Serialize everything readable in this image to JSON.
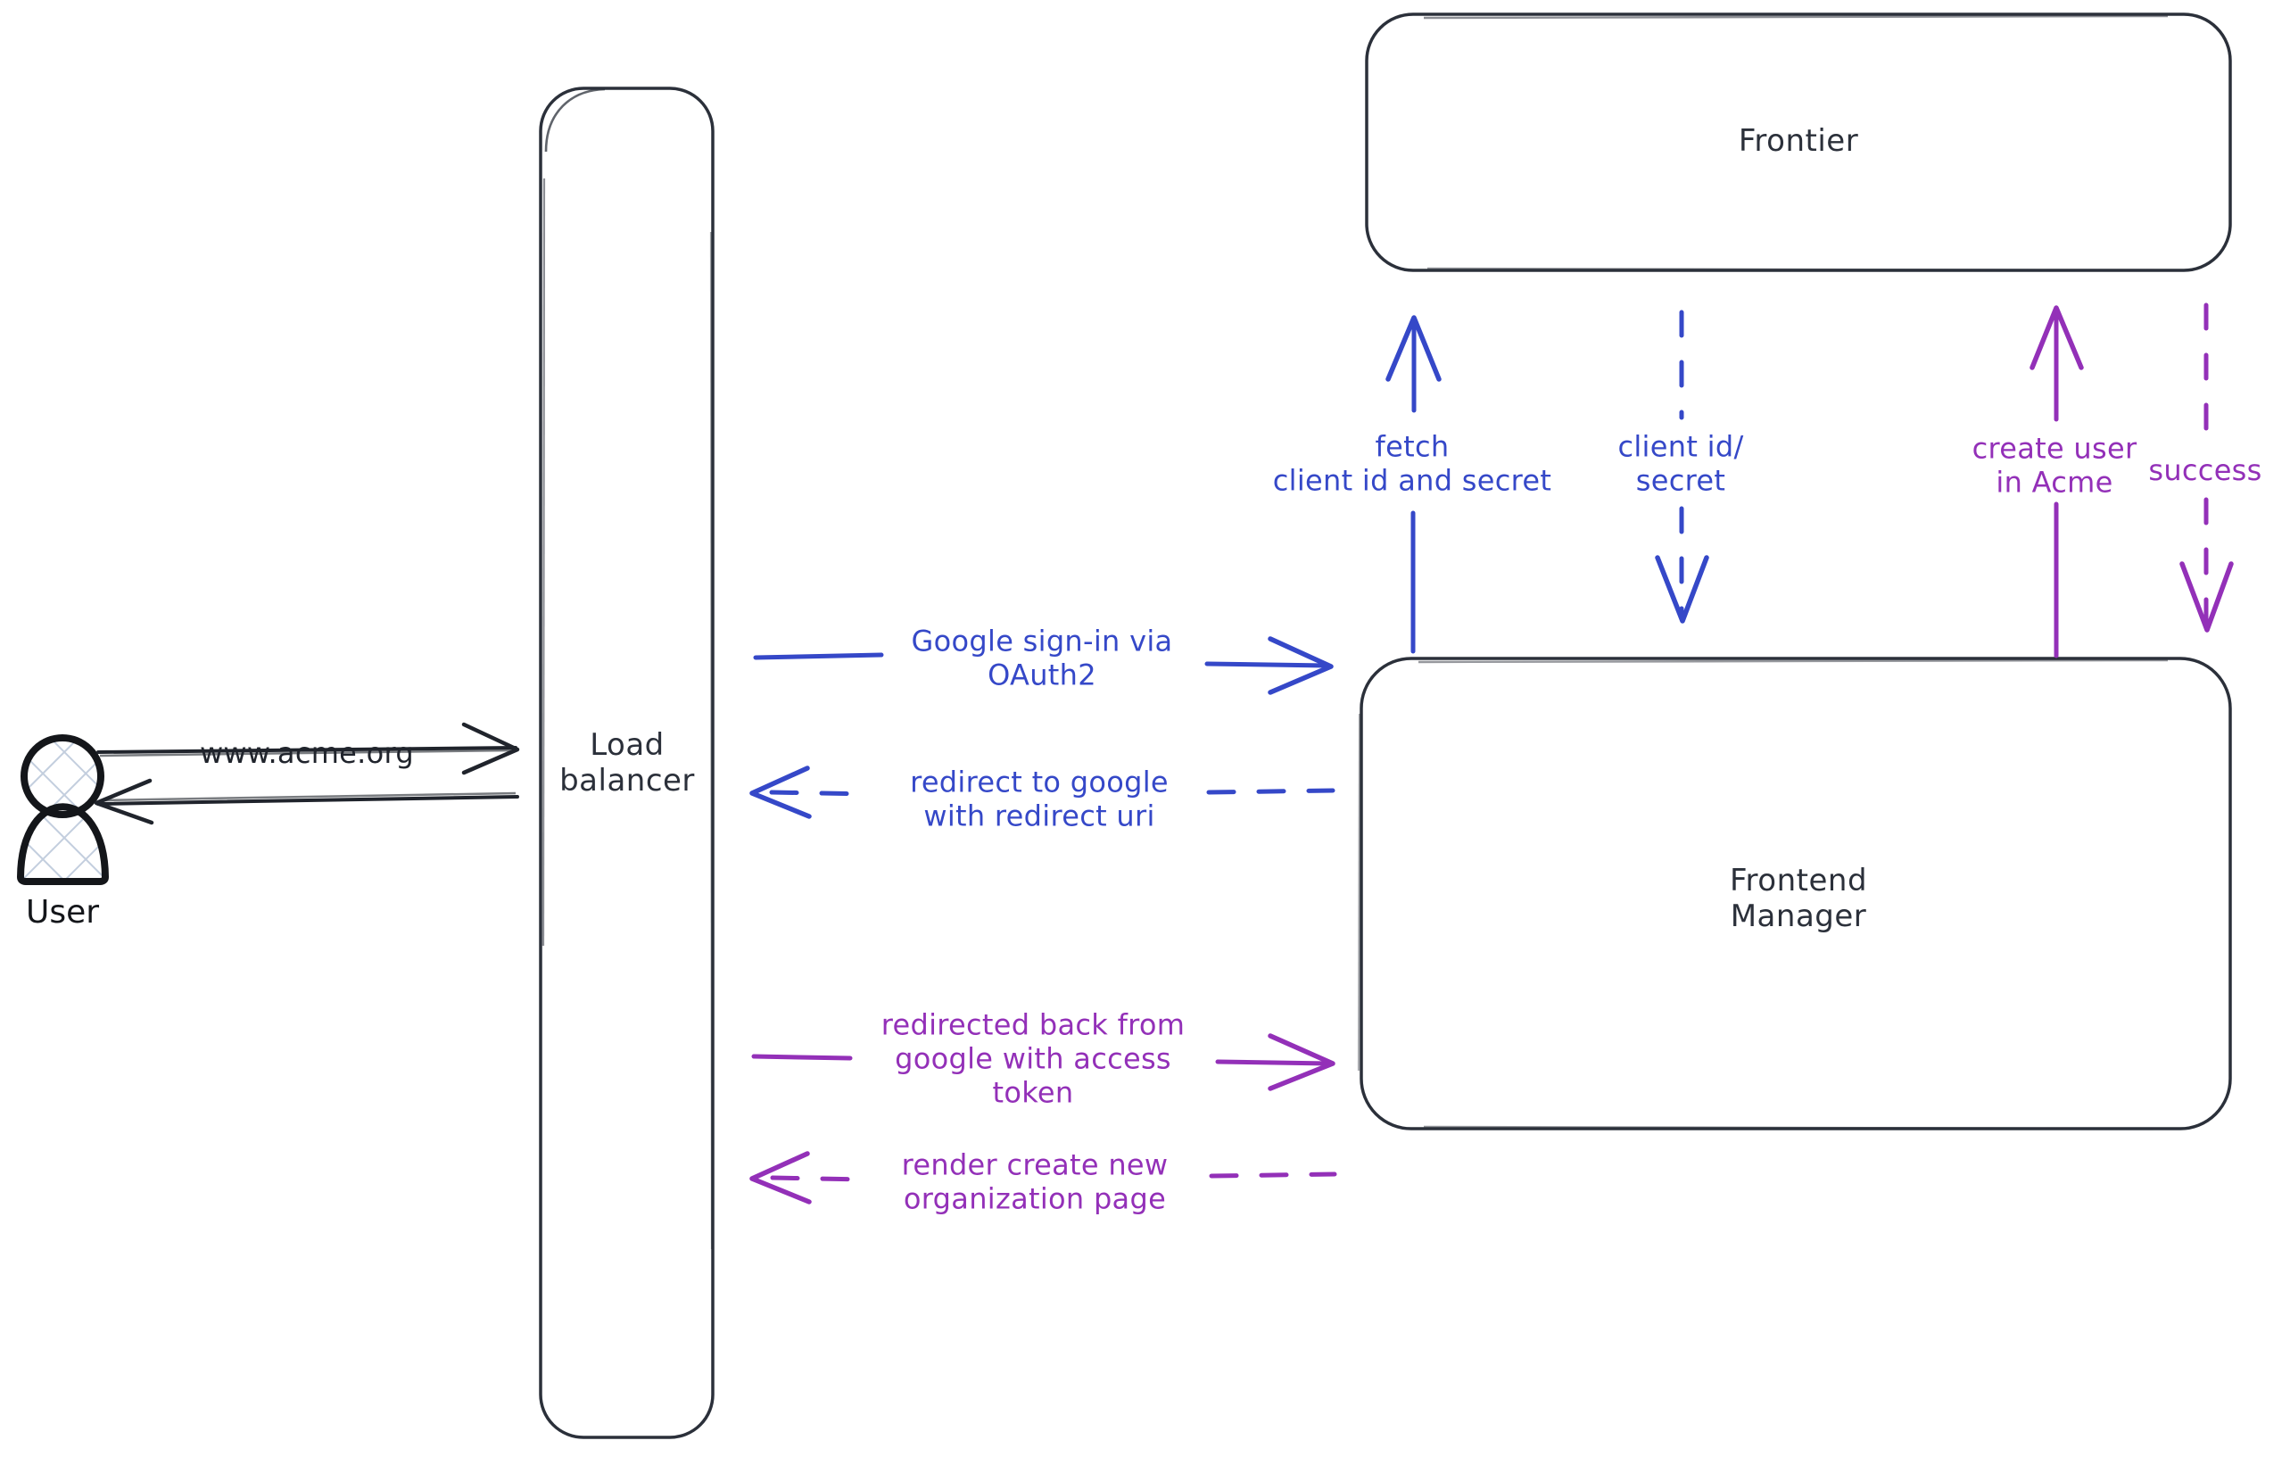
{
  "diagram": {
    "title": "Acme Google OAuth2 sign-in architecture flow",
    "colors": {
      "stroke_dark": "#2b303a",
      "blue": "#3548c8",
      "purple": "#9330b8",
      "hatch": "#c3cede",
      "background": "#ffffff"
    }
  },
  "actors": [
    {
      "id": "user",
      "icon": "user-actor-icon",
      "label": "User"
    }
  ],
  "nodes": [
    {
      "id": "load-balancer",
      "label": "Load\nbalancer",
      "shape": "rounded-rect"
    },
    {
      "id": "frontier",
      "label": "Frontier",
      "shape": "rounded-rect"
    },
    {
      "id": "frontend-manager",
      "label": "Frontend\nManager",
      "shape": "rounded-rect"
    }
  ],
  "edges": [
    {
      "id": "user-to-lb",
      "label": "www.acme.org",
      "from": "user",
      "to": "load-balancer",
      "color": "#20242c",
      "style": "solid",
      "direction": "right"
    },
    {
      "id": "lb-to-user",
      "label": "",
      "from": "load-balancer",
      "to": "user",
      "color": "#20242c",
      "style": "solid",
      "direction": "left"
    },
    {
      "id": "lb-to-fm-signin",
      "label": "Google sign-in via\nOAuth2",
      "from": "load-balancer",
      "to": "frontend-manager",
      "color": "#3548c8",
      "style": "solid",
      "direction": "right"
    },
    {
      "id": "fm-to-lb-redirect",
      "label": "redirect to google\nwith redirect uri",
      "from": "frontend-manager",
      "to": "load-balancer",
      "color": "#3548c8",
      "style": "dashed",
      "direction": "left"
    },
    {
      "id": "lb-to-fm-token",
      "label": "redirected back from\ngoogle with access\ntoken",
      "from": "load-balancer",
      "to": "frontend-manager",
      "color": "#9330b8",
      "style": "solid",
      "direction": "right"
    },
    {
      "id": "fm-to-lb-render",
      "label": "render create new\norganization page",
      "from": "frontend-manager",
      "to": "load-balancer",
      "color": "#9330b8",
      "style": "dashed",
      "direction": "left"
    },
    {
      "id": "fm-to-frontier-fetch",
      "label": "fetch\nclient id and secret",
      "from": "frontend-manager",
      "to": "frontier",
      "color": "#3548c8",
      "style": "solid",
      "direction": "up"
    },
    {
      "id": "frontier-to-fm-creds",
      "label": "client id/\nsecret",
      "from": "frontier",
      "to": "frontend-manager",
      "color": "#3548c8",
      "style": "dashed",
      "direction": "down"
    },
    {
      "id": "fm-to-frontier-create-user",
      "label": "create user\nin Acme",
      "from": "frontend-manager",
      "to": "frontier",
      "color": "#9330b8",
      "style": "solid",
      "direction": "up"
    },
    {
      "id": "frontier-to-fm-success",
      "label": "success",
      "from": "frontier",
      "to": "frontend-manager",
      "color": "#9330b8",
      "style": "dashed",
      "direction": "down"
    }
  ]
}
